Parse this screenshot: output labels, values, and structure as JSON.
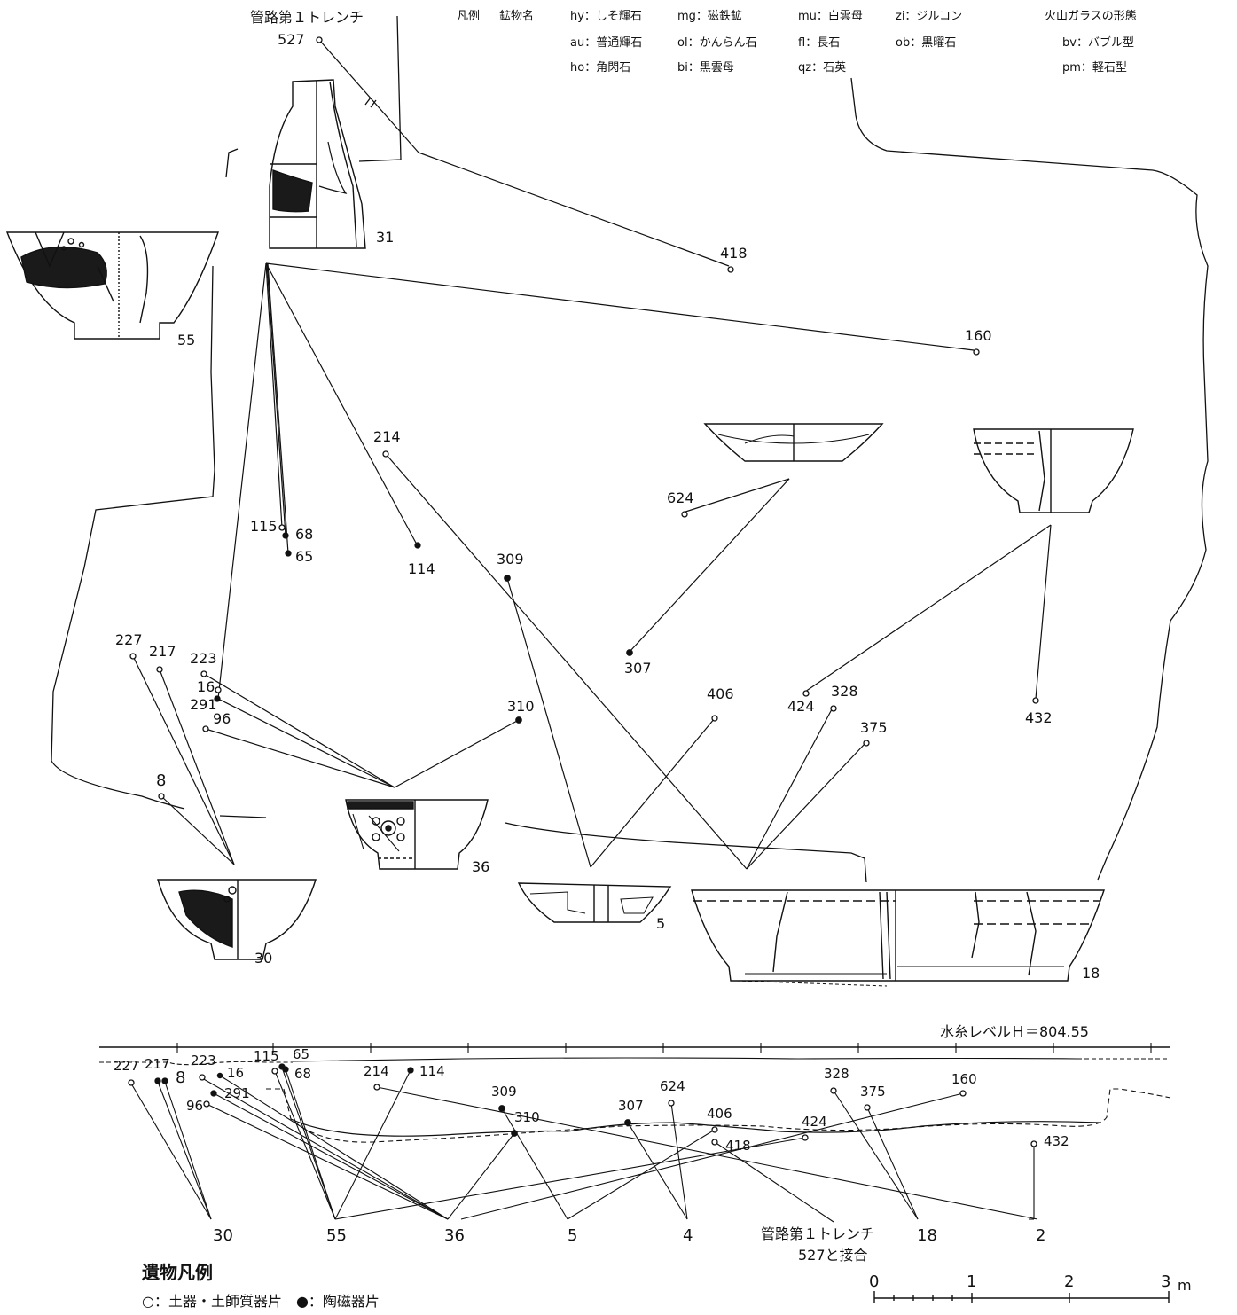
{
  "mineral_legend": {
    "prefix_a": "凡例",
    "prefix_b": "鉱物名",
    "rows": [
      [
        "hy：しそ輝石",
        "mg：磁鉄鉱",
        "mu：白雲母",
        "zi：ジルコン"
      ],
      [
        "au：普通輝石",
        "ol：かんらん石",
        "fl：長石",
        "ob：黒曜石"
      ],
      [
        "ho：角閃石",
        "bi：黒雲母",
        "qz：石英",
        ""
      ]
    ],
    "glass_title": "火山ガラスの形態",
    "glass_items": [
      "bv：バブル型",
      "pm：軽石型"
    ]
  },
  "trench_label": "管路第１トレンチ",
  "trench_number": "527",
  "vessel_labels": {
    "v31": "31",
    "v55": "55",
    "v36": "36",
    "v30": "30",
    "v5": "5",
    "v18": "18"
  },
  "plan_points": {
    "p418": "418",
    "p160": "160",
    "p214": "214",
    "p624": "624",
    "p115": "115",
    "p68": "68",
    "p65": "65",
    "p114": "114",
    "p309": "309",
    "p307": "307",
    "p227": "227",
    "p217": "217",
    "p223": "223",
    "p16": "16",
    "p291": "291",
    "p96": "96",
    "p310": "310",
    "p406": "406",
    "p424": "424",
    "p328": "328",
    "p375": "375",
    "p432": "432",
    "p8": "8"
  },
  "section": {
    "level_label": "水糸レベルＨ＝804.55",
    "points": {
      "s227": "227",
      "s217": "217",
      "s223": "223",
      "s8": "8",
      "s16": "16",
      "s115": "115",
      "s65": "65",
      "s68": "68",
      "s214": "214",
      "s114": "114",
      "s291": "291",
      "s96": "96",
      "s309": "309",
      "s310": "310",
      "s624": "624",
      "s307": "307",
      "s406": "406",
      "s418": "418",
      "s328": "328",
      "s375": "375",
      "s160": "160",
      "s424": "424",
      "s432": "432"
    },
    "targets": {
      "t30": "30",
      "t55": "55",
      "t36": "36",
      "t5": "5",
      "t4": "4",
      "t18": "18",
      "t2": "2"
    },
    "trench_joint": [
      "管路第１トレンチ",
      "527と接合"
    ]
  },
  "artifact_legend": {
    "title": "遺物凡例",
    "items": "○：土器・土師質器片　●：陶磁器片"
  },
  "scale": {
    "ticks": [
      "0",
      "1",
      "2",
      "3"
    ],
    "unit": "m"
  }
}
